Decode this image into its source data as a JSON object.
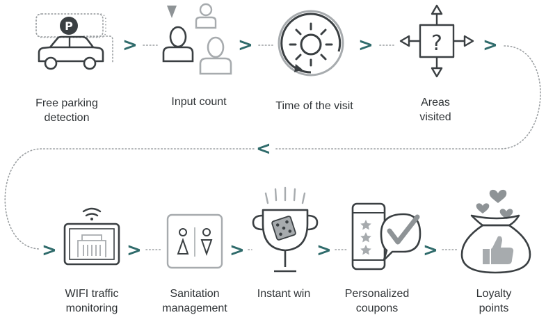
{
  "steps": {
    "parking": {
      "line1": "Free parking",
      "line2": "detection",
      "parking_sign": "P"
    },
    "input": {
      "line1": "Input count"
    },
    "time": {
      "line1": "Time of the visit"
    },
    "areas": {
      "line1": "Areas",
      "line2": "visited",
      "question_mark": "?"
    },
    "wifi": {
      "line1": "WIFI traffic",
      "line2": "monitoring"
    },
    "sanitation": {
      "line1": "Sanitation",
      "line2": "management"
    },
    "instant": {
      "line1": "Instant win"
    },
    "coupons": {
      "line1": "Personalized",
      "line2": "coupons"
    },
    "loyalty": {
      "line1": "Loyalty",
      "line2": "points"
    }
  },
  "connectors": {
    "forward": ">",
    "backward": "<"
  },
  "colors": {
    "icon_dark": "#3a3f42",
    "icon_light": "#a7abae",
    "accent": "#2f6b6b",
    "text": "#2f3336",
    "dots": "#9b9fa2"
  }
}
